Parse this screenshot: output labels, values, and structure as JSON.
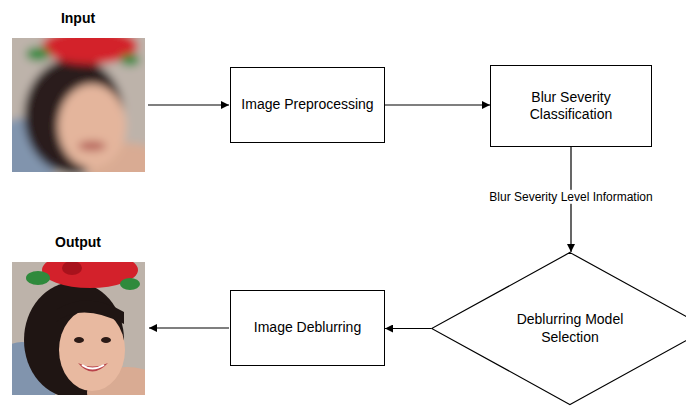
{
  "diagram": {
    "nodes": [
      {
        "text": [
          "Image Preprocessing"
        ]
      },
      {
        "text": [
          "Blur Severity Classification"
        ]
      },
      {
        "text": [
          "Deblurring Model Selection"
        ]
      },
      {
        "text": [
          "Image Deblurring"
        ]
      }
    ],
    "edges": [
      {
        "from": 0,
        "to": 1,
        "arrow": "to"
      },
      {
        "from": 1,
        "to": 2,
        "label": "Blur Severity Level Information",
        "arrow": "to"
      },
      {
        "from": 2,
        "to": 3,
        "arrow": "to"
      }
    ],
    "labels": [
      "Input",
      "Output"
    ]
  }
}
